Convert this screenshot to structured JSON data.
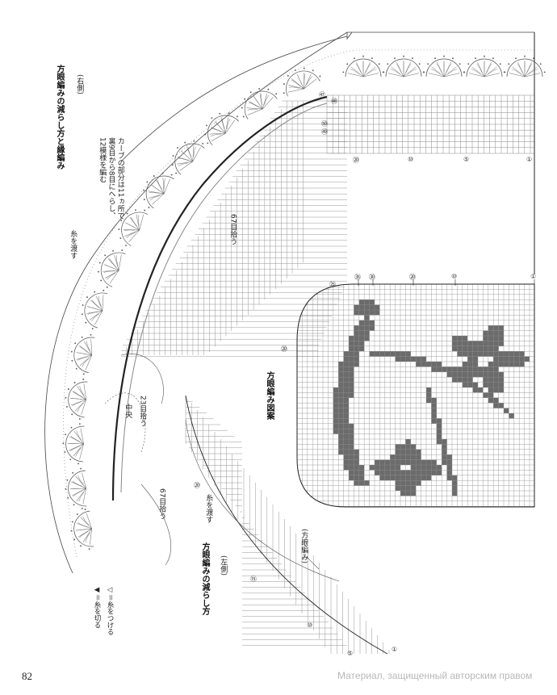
{
  "page": {
    "page_number": "82",
    "watermark": "Материал, защищенный авторским правом"
  },
  "titles": {
    "right_side_title": "方眼編みの減らし方と縁編み",
    "right_side_sub": "(右側)",
    "left_side_title": "方眼編みの減らし方",
    "left_side_sub": "(左側)",
    "pattern_title": "方眼編み図案"
  },
  "notes": {
    "curve_note_1": "カーブの部分は11ヵ所で",
    "curve_note_2": "裏9目から8目にへらし、",
    "curve_note_3": "12模様を編む",
    "pass_thread_top": "糸を渡す",
    "pass_thread_left": "糸を渡す",
    "pick_67_top": "67目拾う",
    "pick_23": "23目拾う",
    "pick_67_bottom": "67目拾う",
    "center": "中央",
    "filet_label": "(方眼編み)"
  },
  "legend": {
    "attach": "◁＝糸をつける",
    "cut": "◀＝糸を切る"
  },
  "row_numbers": {
    "top_border": [
      "㊿",
      "㊾",
      "㊽",
      "㊼"
    ],
    "top_grid": [
      "⑳",
      "⑩",
      "⑤",
      "①"
    ],
    "pattern_top": [
      "㉟",
      "㉚",
      "⑳",
      "⑩",
      "①"
    ],
    "pattern_side": [
      "㉕",
      "⑳"
    ],
    "left_side": [
      "①",
      "⑤",
      "⑩",
      "⑮",
      "⑳"
    ]
  },
  "colors": {
    "filled": "#6b6b6b",
    "grid": "#8a8a8a",
    "ink": "#222222"
  }
}
